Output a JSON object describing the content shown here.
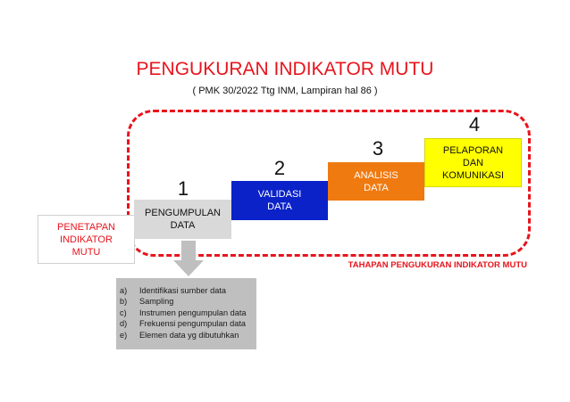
{
  "title": "PENGUKURAN INDIKATOR MUTU",
  "subtitle": "( PMK 30/2022 Ttg INM, Lampiran hal 86 )",
  "frame_label": "TAHAPAN PENGUKURAN INDIKATOR MUTU",
  "start_box": {
    "label": "PENETAPAN\nINDIKATOR\nMUTU",
    "text_color": "#e8141c",
    "fill": "#ffffff"
  },
  "steps": [
    {
      "number": "1",
      "label": "PENGUMPULAN\nDATA",
      "fill": "#d9d9d9",
      "text_color": "#111111"
    },
    {
      "number": "2",
      "label": "VALIDASI\nDATA",
      "fill": "#0a22c8",
      "text_color": "#ffffff"
    },
    {
      "number": "3",
      "label": "ANALISIS\nDATA",
      "fill": "#ef7a10",
      "text_color": "#ffffff"
    },
    {
      "number": "4",
      "label": "PELAPORAN\nDAN\nKOMUNIKASI",
      "fill": "#ffff00",
      "text_color": "#111111"
    }
  ],
  "details": [
    {
      "marker": "a)",
      "text": "Identifikasi sumber data"
    },
    {
      "marker": "b)",
      "text": "Sampling"
    },
    {
      "marker": "c)",
      "text": "Instrumen pengumpulan data"
    },
    {
      "marker": "d)",
      "text": "Frekuensi pengumpulan data"
    },
    {
      "marker": "e)",
      "text": "Elemen data yg dibutuhkan"
    }
  ],
  "colors": {
    "accent_red": "#e8141c",
    "arrow_gray": "#bfbfbf",
    "detail_fill": "#bfbfbf"
  }
}
